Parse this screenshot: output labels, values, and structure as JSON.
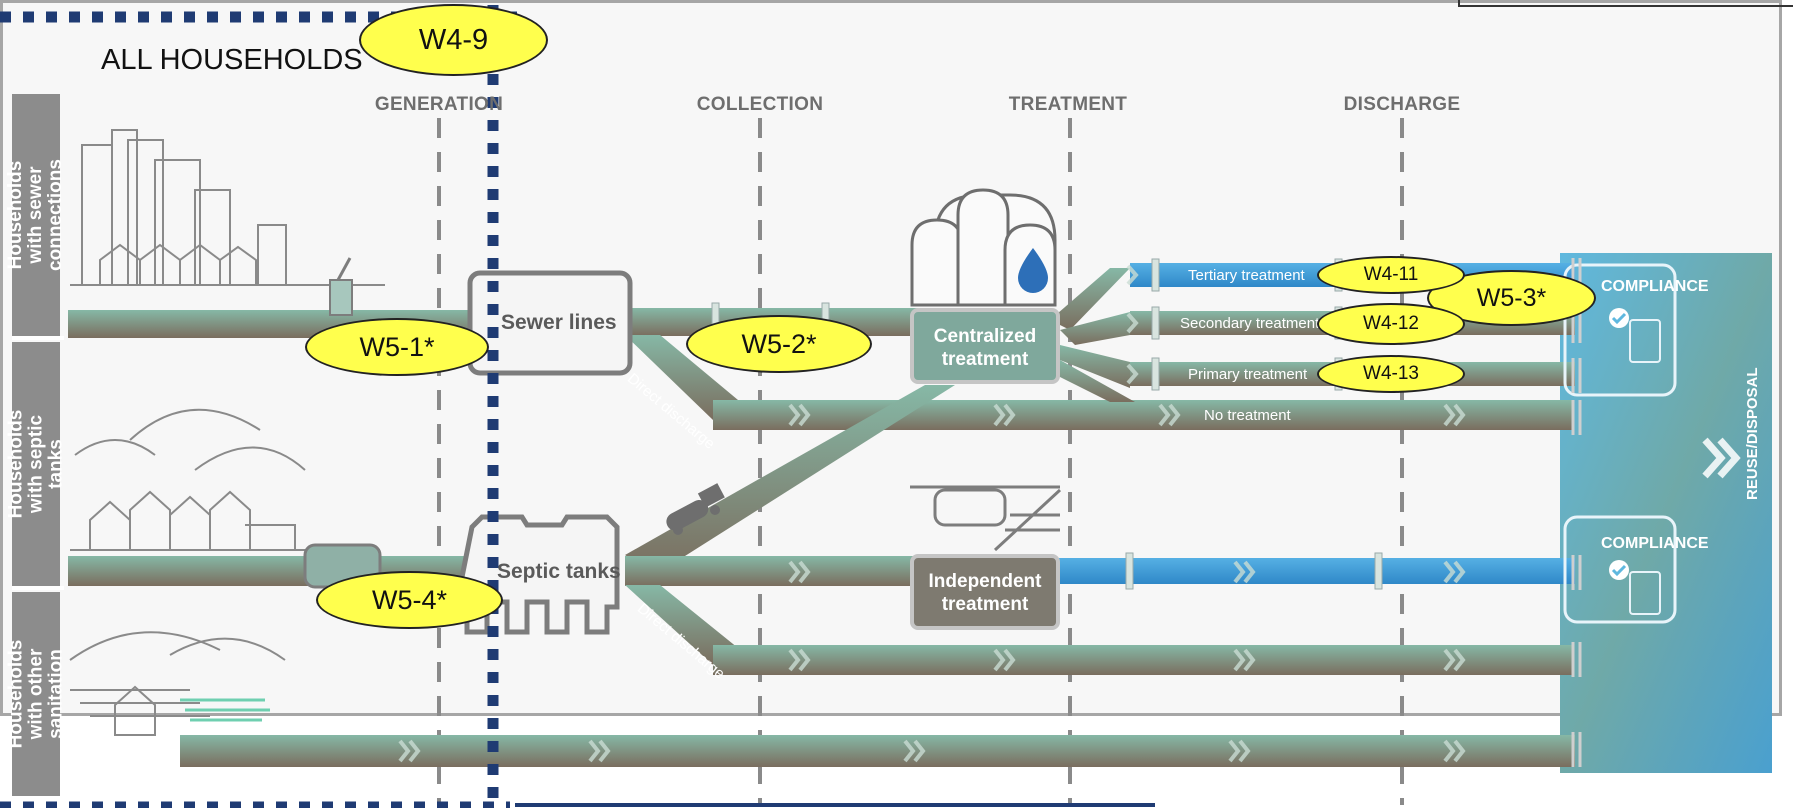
{
  "header": {
    "title": "ALL HOUSEHOLDS"
  },
  "stages": [
    "GENERATION",
    "COLLECTION",
    "TREATMENT",
    "DISCHARGE"
  ],
  "rows": [
    {
      "label": "Households with sewer connections"
    },
    {
      "label": "Households with septic tanks"
    },
    {
      "label": "Households with other sanitation"
    }
  ],
  "nodes": {
    "sewer_lines": "Sewer lines",
    "septic_tanks": "Septic tanks",
    "centralized": "Centralized treatment",
    "independent": "Independent treatment"
  },
  "pipes": {
    "tertiary": "Tertiary treatment",
    "secondary": "Secondary treatment",
    "primary": "Primary treatment",
    "no_treatment": "No treatment",
    "direct_discharge_1": "Direct discharge",
    "direct_discharge_2": "Direct discharge"
  },
  "right_panel": {
    "compliance_1": "COMPLIANCE",
    "compliance_2": "COMPLIANCE",
    "reuse": "REUSE/DISPOSAL"
  },
  "annotations": {
    "w4_9": "W4-9",
    "w5_1": "W5-1*",
    "w5_2": "W5-2*",
    "w5_3": "W5-3*",
    "w5_4": "W5-4*",
    "w4_11": "W4-11",
    "w4_12": "W4-12",
    "w4_13": "W4-13"
  },
  "colors": {
    "pipe": "#7fa89c",
    "pipe_treated": "#3f9fd8",
    "label_gray": "#8c8c8c",
    "highlight": "#ffff4d",
    "navy_dash": "#1f3b73"
  }
}
